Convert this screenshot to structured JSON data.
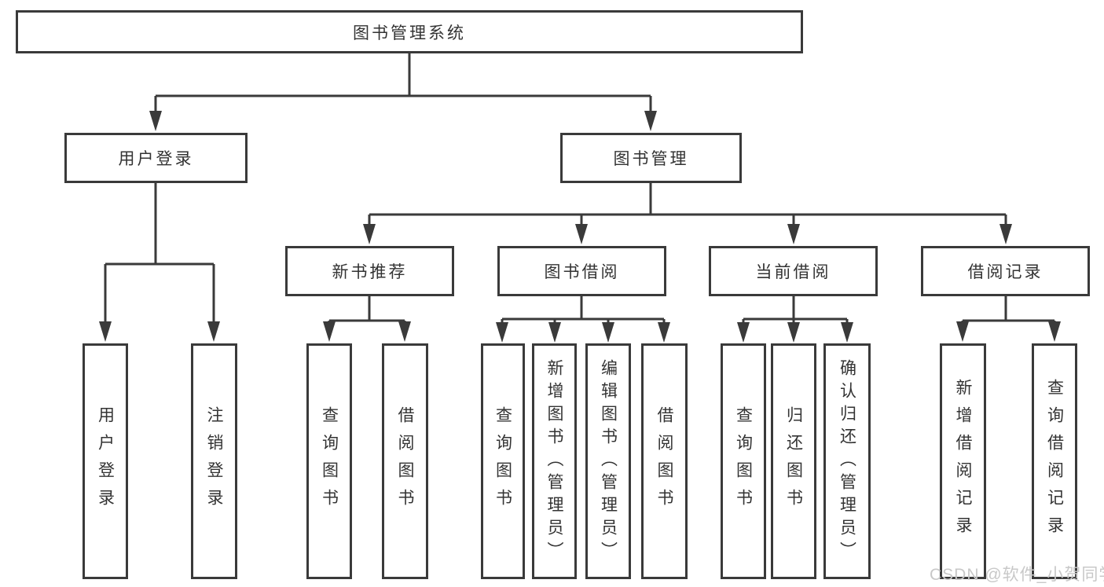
{
  "diagram": {
    "root": "图书管理系统",
    "level2": [
      "用户登录",
      "图书管理"
    ],
    "level3": [
      "新书推荐",
      "图书借阅",
      "当前借阅",
      "借阅记录"
    ],
    "leaves": {
      "user_login": [
        "用户登录",
        "注销登录"
      ],
      "new_book_recommend": [
        "查询图书",
        "借阅图书"
      ],
      "book_borrow": [
        "查询图书",
        "新增图书（管理员）",
        "编辑图书（管理员）",
        "借阅图书"
      ],
      "current_borrow": [
        "查询图书",
        "归还图书",
        "确认归还（管理员）"
      ],
      "borrow_record": [
        "新增借阅记录",
        "查询借阅记录"
      ]
    },
    "colors": {
      "line": "#3a3a3a",
      "text": "#333333",
      "background": "#ffffff"
    }
  },
  "watermark": {
    "text": "CSDN @软件_小贺同学",
    "color": "#c8c8c8"
  }
}
